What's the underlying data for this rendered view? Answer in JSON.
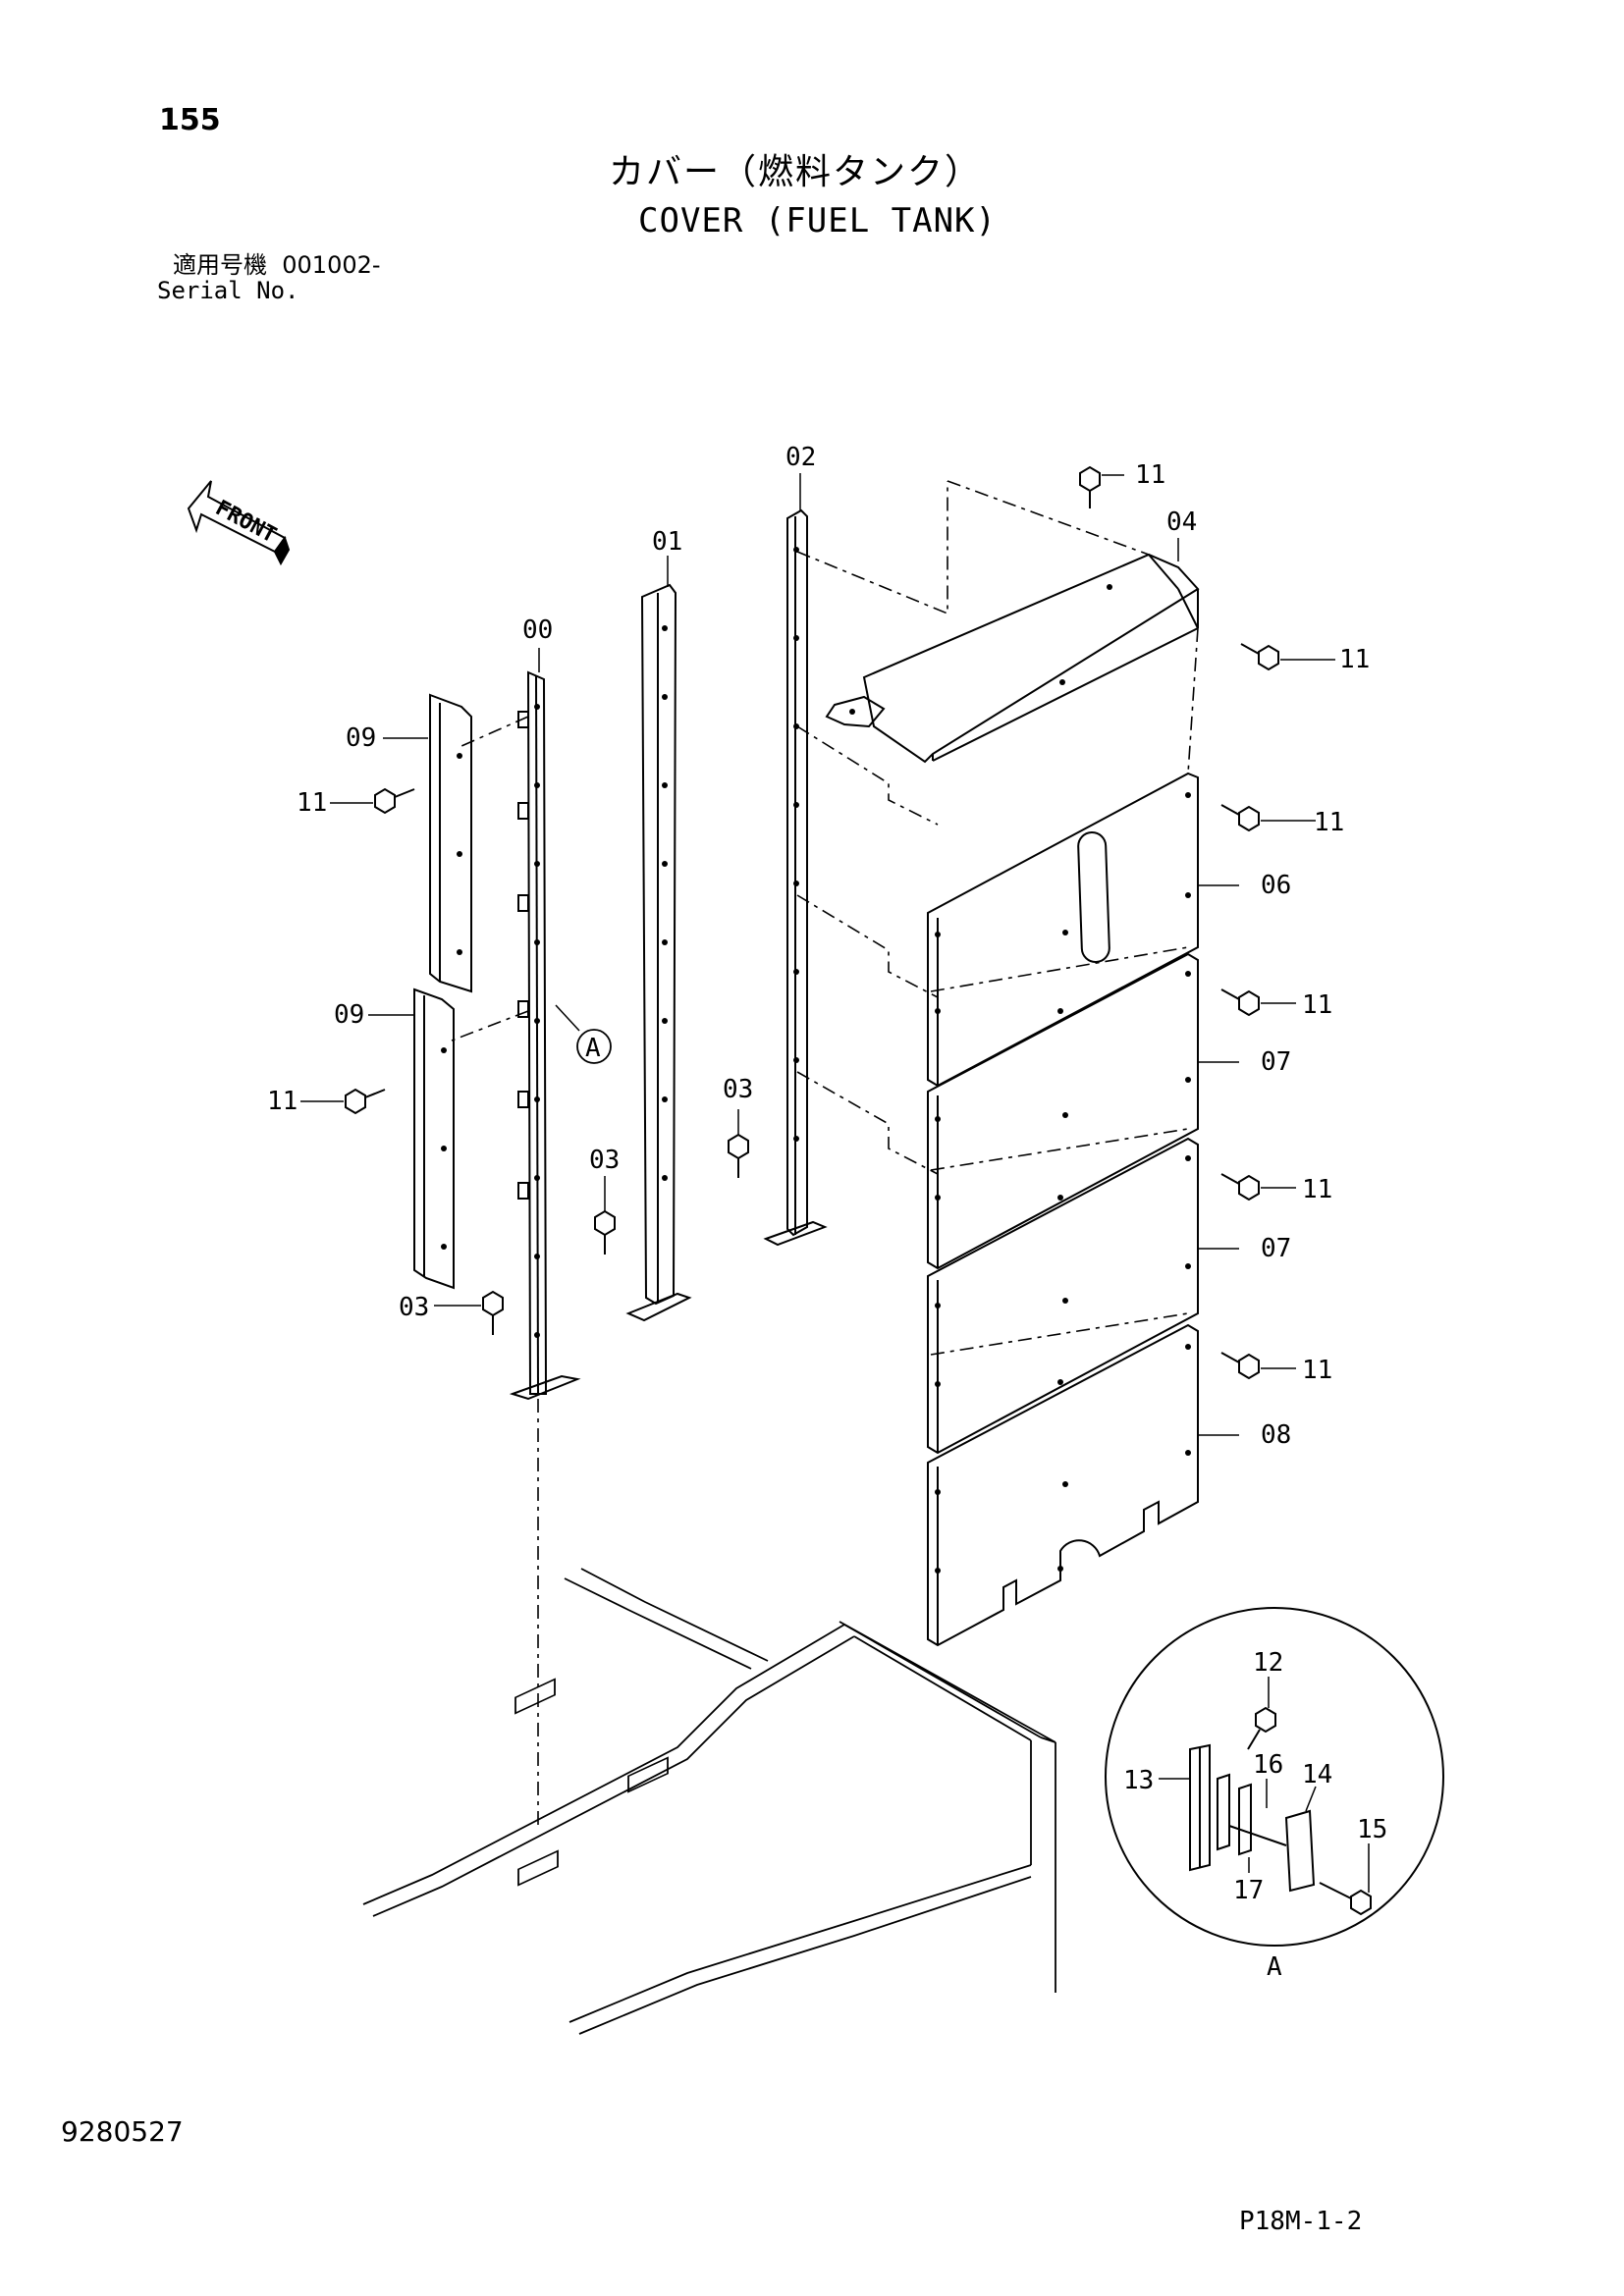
{
  "header": {
    "page_number": "155",
    "title_jp": "カバー（燃料タンク）",
    "title_en": "COVER (FUEL TANK)",
    "serial_label_jp": "適用号機",
    "serial_value": "001002-",
    "serial_label_en": "Serial No."
  },
  "footer": {
    "doc_number": "9280527",
    "page_code": "P18M-1-2"
  },
  "diagram": {
    "front_label": "FRONT",
    "callouts": {
      "c00": "00",
      "c01": "01",
      "c02": "02",
      "c03": "03",
      "c04": "04",
      "c06": "06",
      "c07": "07",
      "c08": "08",
      "c09": "09",
      "c11": "11",
      "c12": "12",
      "c13": "13",
      "c14": "14",
      "c15": "15",
      "c16": "16",
      "c17": "17"
    },
    "detail_marker": "A",
    "detail_label": "A"
  }
}
